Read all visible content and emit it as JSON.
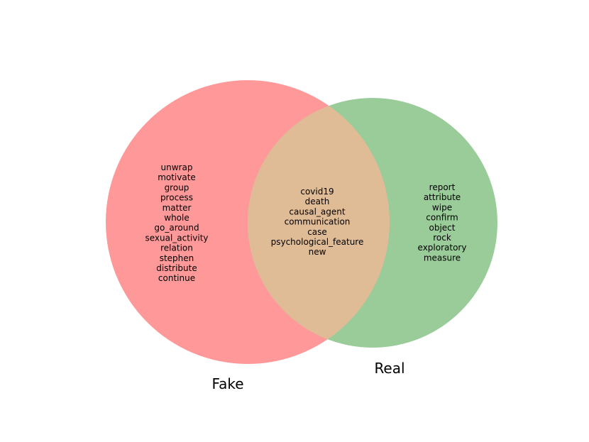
{
  "venn": {
    "sets": [
      {
        "name": "Fake",
        "color": "#ff9999",
        "words": [
          "unwrap",
          "motivate",
          "group",
          "process",
          "matter",
          "whole",
          "go_around",
          "sexual_activity",
          "relation",
          "stephen",
          "distribute",
          "continue"
        ]
      },
      {
        "name": "Real",
        "color": "#99cc99",
        "words": [
          "report",
          "attribute",
          "wipe",
          "confirm",
          "object",
          "rock",
          "exploratory",
          "measure"
        ]
      }
    ],
    "intersection": {
      "color": "#e0bc96",
      "words": [
        "covid19",
        "death",
        "causal_agent",
        "communication",
        "case",
        "psychological_feature",
        "new"
      ]
    }
  }
}
